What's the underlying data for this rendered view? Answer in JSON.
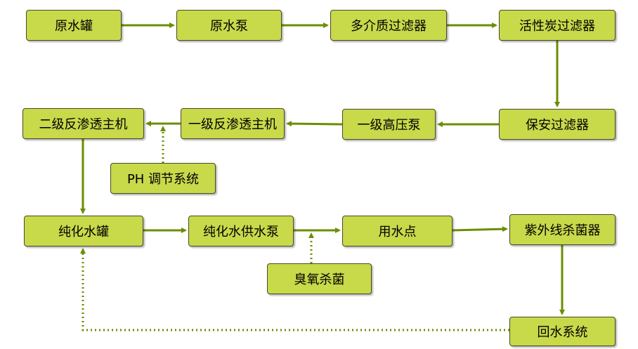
{
  "colors": {
    "box_fill": "#c8d94a",
    "box_border": "#4a4a28",
    "arrow": "#6b8e00"
  },
  "nodes": {
    "raw_tank": "原水罐",
    "raw_pump": "原水泵",
    "multimedia_filter": "多介质过滤器",
    "carbon_filter": "活性炭过滤器",
    "security_filter": "保安过滤器",
    "stage1_hp_pump": "一级高压泵",
    "stage1_ro": "一级反渗透主机",
    "stage2_ro": "二级反渗透主机",
    "ph_adjust": "PH 调节系统",
    "pure_tank": "纯化水罐",
    "pure_supply_pump": "纯化水供水泵",
    "use_point": "用水点",
    "uv_sterilizer": "紫外线杀菌器",
    "ozone_sterilize": "臭氧杀菌",
    "return_system": "回水系统"
  }
}
